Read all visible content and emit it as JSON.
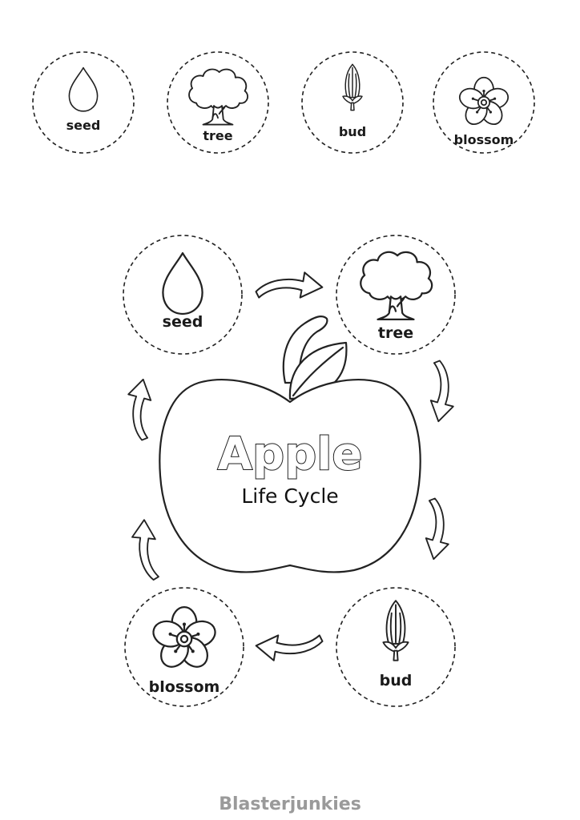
{
  "cutouts": [
    {
      "label": "seed",
      "icon": "water-drop-icon"
    },
    {
      "label": "tree",
      "icon": "tree-icon"
    },
    {
      "label": "bud",
      "icon": "bud-icon"
    },
    {
      "label": "blossom",
      "icon": "flower-icon"
    }
  ],
  "cycle": {
    "title": "Apple",
    "subtitle": "Life Cycle",
    "stages": [
      {
        "label": "seed",
        "icon": "water-drop-icon"
      },
      {
        "label": "tree",
        "icon": "tree-icon"
      },
      {
        "label": "bud",
        "icon": "bud-icon"
      },
      {
        "label": "blossom",
        "icon": "flower-icon"
      }
    ]
  },
  "footer": {
    "brand": "Blasterjunkies"
  }
}
